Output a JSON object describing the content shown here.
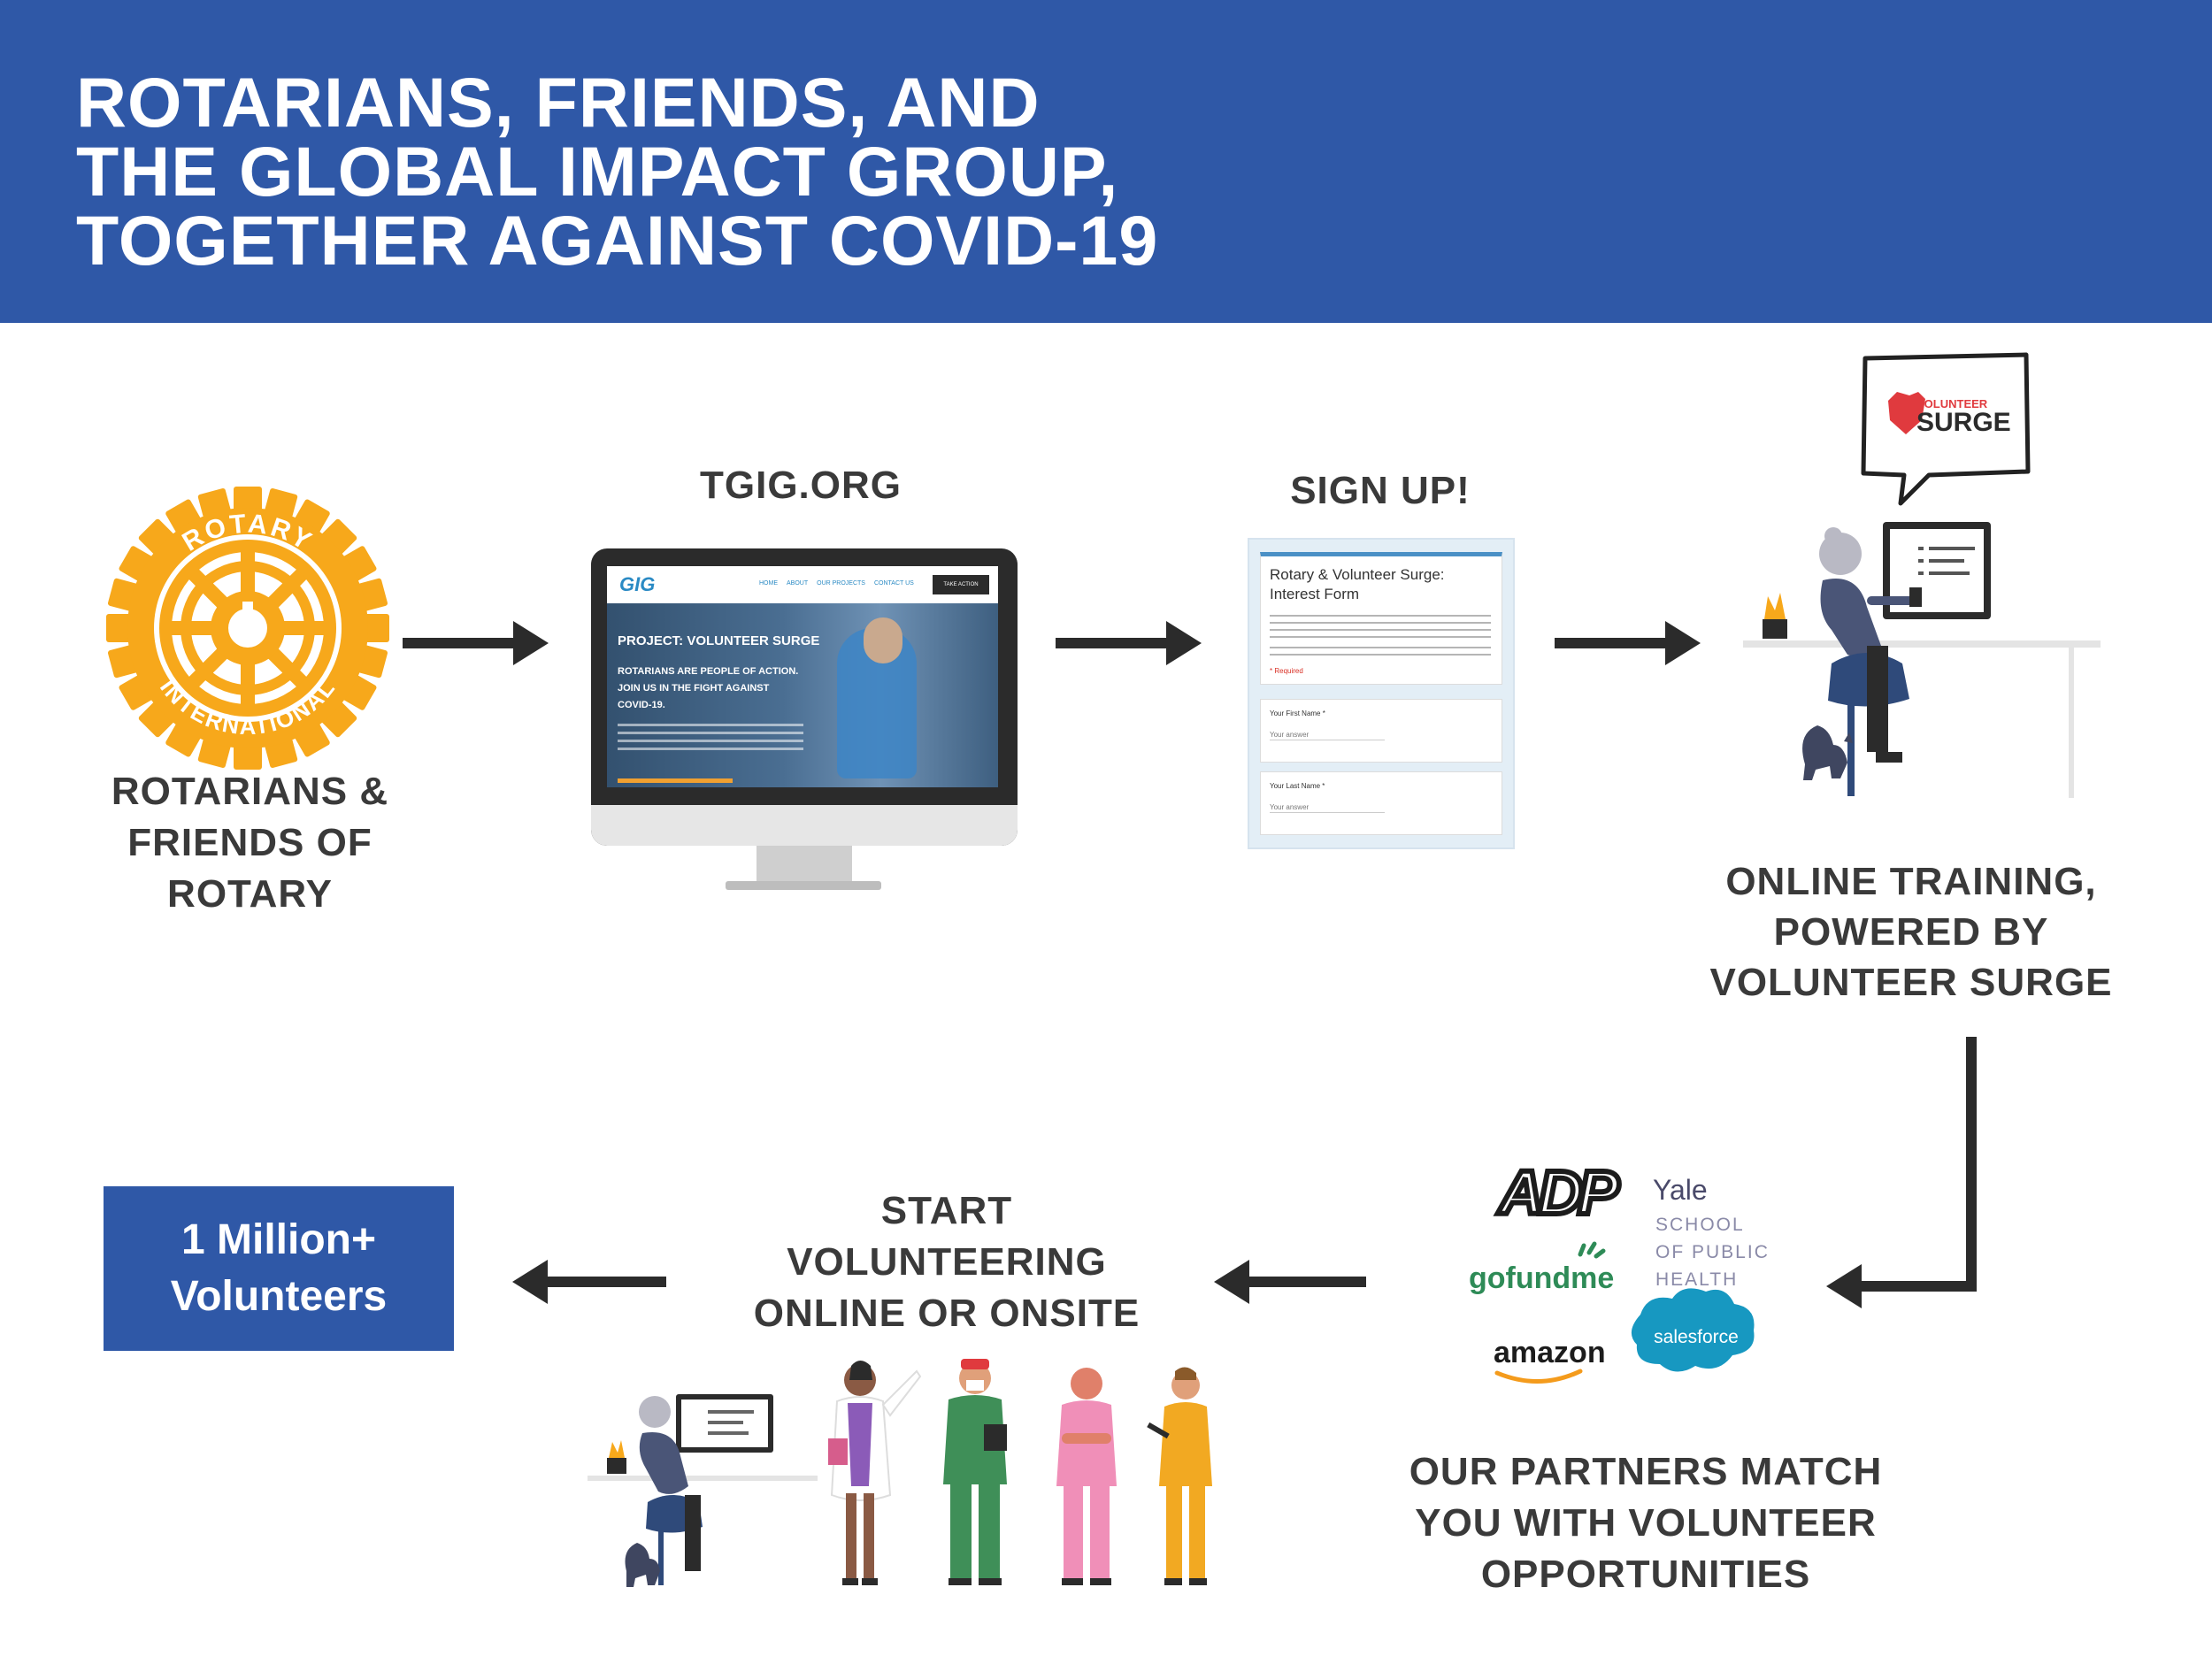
{
  "header": {
    "lines": [
      "ROTARIANS, FRIENDS, AND",
      "THE GLOBAL IMPACT GROUP,",
      "TOGETHER AGAINST COVID-19"
    ]
  },
  "rotary": {
    "logo_top_text": "ROTARY",
    "logo_bottom_text": "INTERNATIONAL",
    "label_lines": [
      "ROTARIANS &",
      "FRIENDS OF",
      "ROTARY"
    ]
  },
  "website": {
    "label": "TGIG.ORG",
    "logo_text": "GIG",
    "nav": [
      "HOME",
      "ABOUT",
      "OUR PROJECTS",
      "CONTACT US"
    ],
    "cta": "TAKE ACTION",
    "hero_title": "PROJECT: VOLUNTEER SURGE",
    "hero_lines": [
      "ROTARIANS ARE PEOPLE OF ACTION.",
      "JOIN US IN THE FIGHT AGAINST",
      "COVID-19."
    ]
  },
  "signup": {
    "label": "SIGN UP!",
    "form_title_lines": [
      "Rotary & Volunteer Surge:",
      "Interest Form"
    ],
    "required": "* Required",
    "first_name_label": "Your First Name *",
    "last_name_label": "Your Last Name *",
    "answer_placeholder": "Your answer"
  },
  "training": {
    "bubble_line1": "VOLUNTEER",
    "bubble_line2": "SURGE",
    "label_lines": [
      "ONLINE TRAINING,",
      "POWERED BY",
      "VOLUNTEER SURGE"
    ]
  },
  "partners": {
    "logos": [
      "ADP",
      "Yale",
      "SCHOOL",
      "OF PUBLIC",
      "HEALTH",
      "gofundme",
      "amazon",
      "salesforce"
    ],
    "label_lines": [
      "OUR PARTNERS MATCH",
      "YOU WITH VOLUNTEER",
      "OPPORTUNITIES"
    ]
  },
  "volunteering": {
    "label_lines": [
      "START",
      "VOLUNTEERING",
      "ONLINE OR ONSITE"
    ]
  },
  "goal": {
    "lines": [
      "1 Million+",
      "Volunteers"
    ]
  },
  "colors": {
    "brand_blue": "#2f58a7",
    "rotary_gold": "#f7a81b",
    "surge_red": "#e03a3e",
    "arrow": "#2b2b2b"
  }
}
